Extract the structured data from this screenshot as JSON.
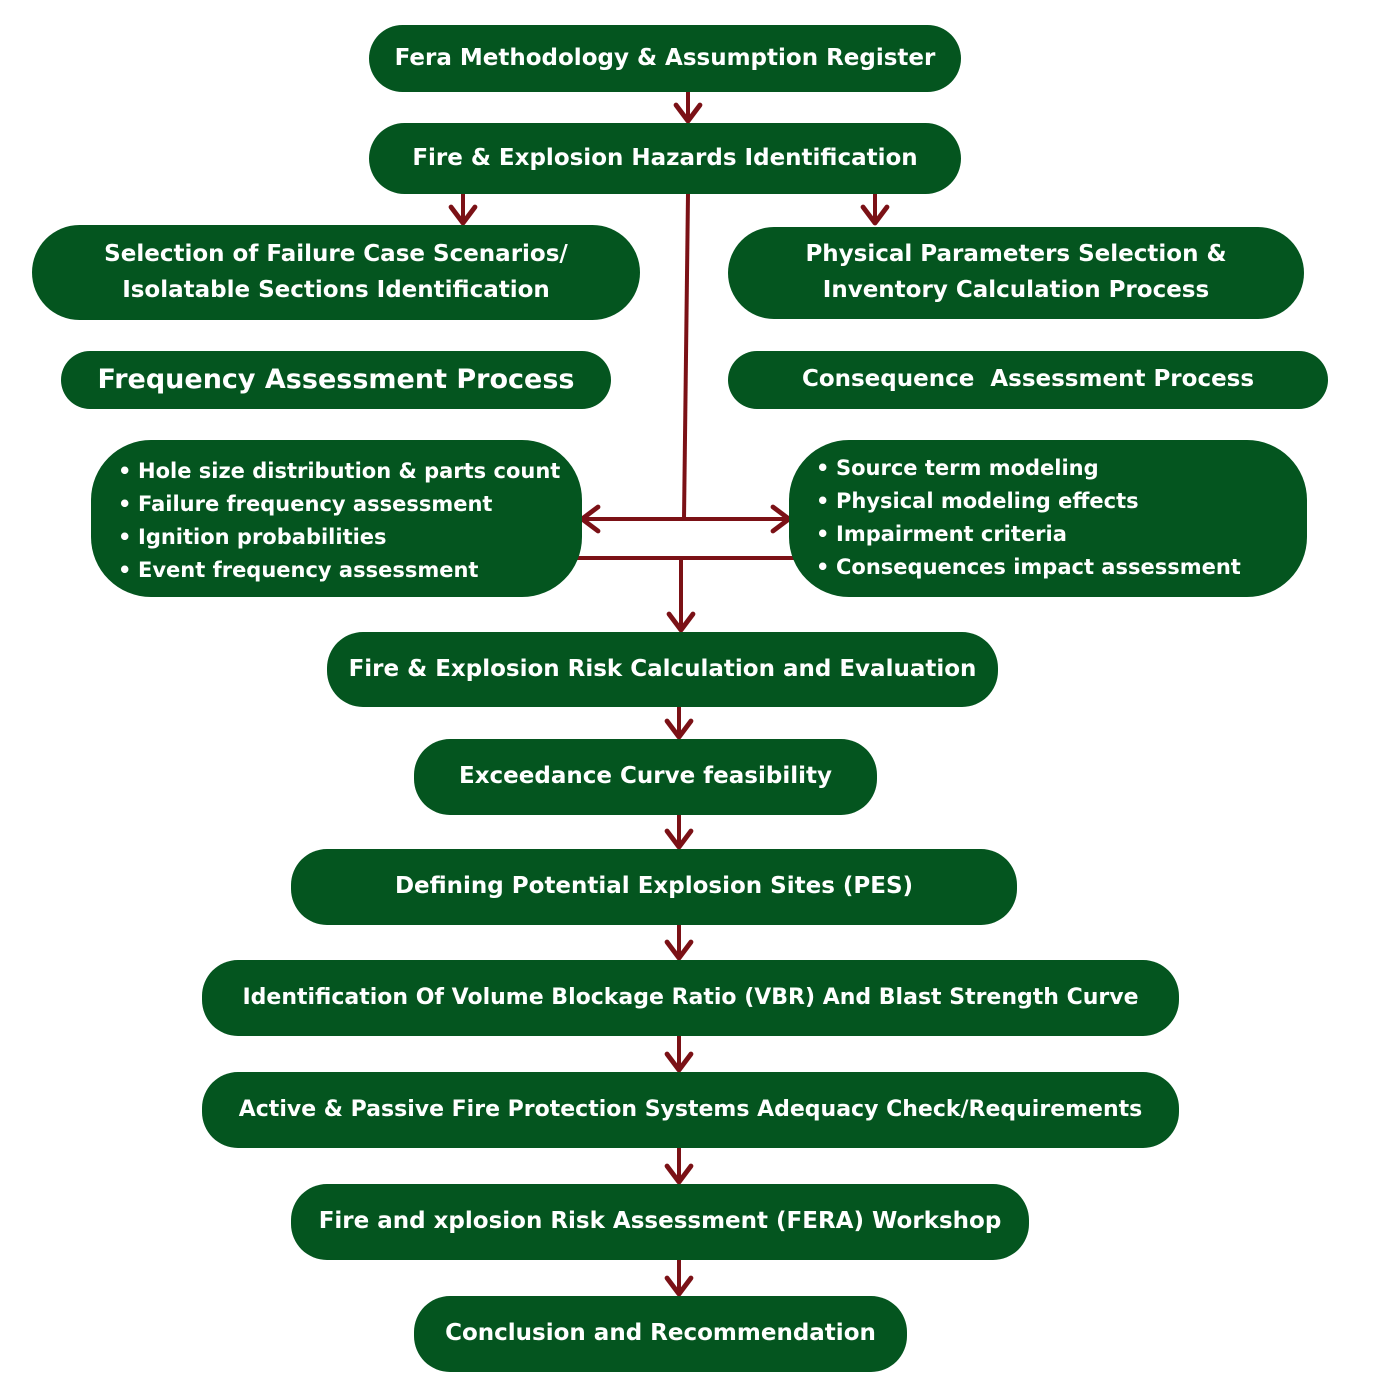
{
  "colors": {
    "box": "#04551f",
    "text": "#ffffff",
    "arrow": "#7b1116"
  },
  "boxes": {
    "methodology": "Fera Methodology & Assumption Register",
    "hazards": "Fire & Explosion Hazards Identification",
    "failure_line1": "Selection of Failure Case Scenarios/",
    "failure_line2": "Isolatable Sections Identification",
    "physical_line1": "Physical Parameters Selection &",
    "physical_line2": "Inventory Calculation Process",
    "frequency": "Frequency Assessment Process",
    "consequence": "Consequence  Assessment Process",
    "frequency_items": [
      "Hole size distribution & parts count",
      "Failure frequency assessment",
      "Ignition probabilities",
      "Event frequency assessment"
    ],
    "consequence_items": [
      "Source term modeling",
      "Physical modeling effects",
      "Impairment criteria",
      "Consequences impact assessment"
    ],
    "risk_calc": "Fire & Explosion Risk Calculation and Evaluation",
    "exceedance": "Exceedance Curve feasibility",
    "pes": "Defining Potential Explosion Sites (PES)",
    "vbr": "Identification Of Volume Blockage Ratio (VBR) And Blast Strength Curve",
    "fire_protection": "Active & Passive Fire Protection Systems Adequacy Check/Requirements",
    "workshop": "Fire and xplosion Risk Assessment (FERA) Workshop",
    "conclusion": "Conclusion and Recommendation"
  }
}
